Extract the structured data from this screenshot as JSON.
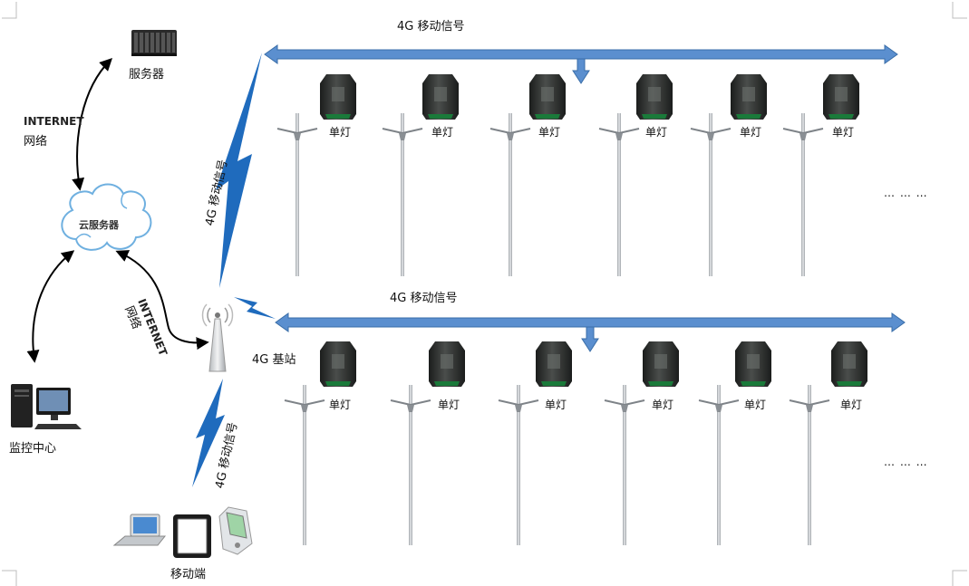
{
  "labels": {
    "server": "服务器",
    "internet_upper": "INTERNET",
    "network_upper": "网络",
    "cloud": "云服务器",
    "monitor": "监控中心",
    "internet_lower": "INTERNET",
    "network_lower": "网络",
    "base_station": "4G 基站",
    "signal_vertical_top": "4G 移动信号",
    "signal_vertical_bottom": "4G 移动信号",
    "mobile": "移动端"
  },
  "rows": [
    {
      "signal": "4G 移动信号",
      "lamps": [
        "单灯",
        "单灯",
        "单灯",
        "单灯",
        "单灯",
        "单灯"
      ],
      "ellipsis": "… … …"
    },
    {
      "signal": "4G 移动信号",
      "lamps": [
        "单灯",
        "单灯",
        "单灯",
        "单灯",
        "单灯",
        "单灯"
      ],
      "ellipsis": "… … …"
    }
  ],
  "colors": {
    "arrow_fill": "#5b8fcf",
    "arrow_stroke": "#3a6ea8",
    "bolt": "#1f6bbd",
    "pole": "#c8cbd0",
    "controller": "#2e312f",
    "cloud_stroke": "#6fb0e0"
  }
}
